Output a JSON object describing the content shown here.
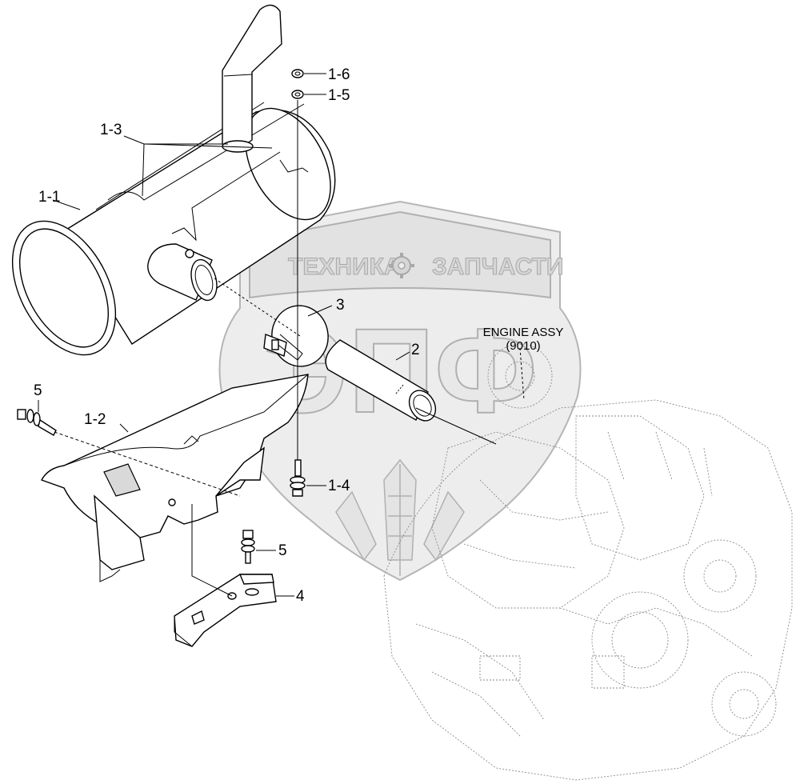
{
  "diagram": {
    "callouts": {
      "c1_6": "1-6",
      "c1_5": "1-5",
      "c1_3": "1-3",
      "c1_1": "1-1",
      "c3": "3",
      "c2": "2",
      "c1_2": "1-2",
      "c5_left": "5",
      "c1_4": "1-4",
      "c5_right": "5",
      "c4": "4"
    },
    "engine_label": {
      "line1": "ENGINE ASSY",
      "line2": "(9010)"
    }
  },
  "watermark": {
    "left_word": "ТЕХНИКА",
    "right_word": "ЗАПЧАСТИ",
    "big_letters": "ЭПФ"
  }
}
